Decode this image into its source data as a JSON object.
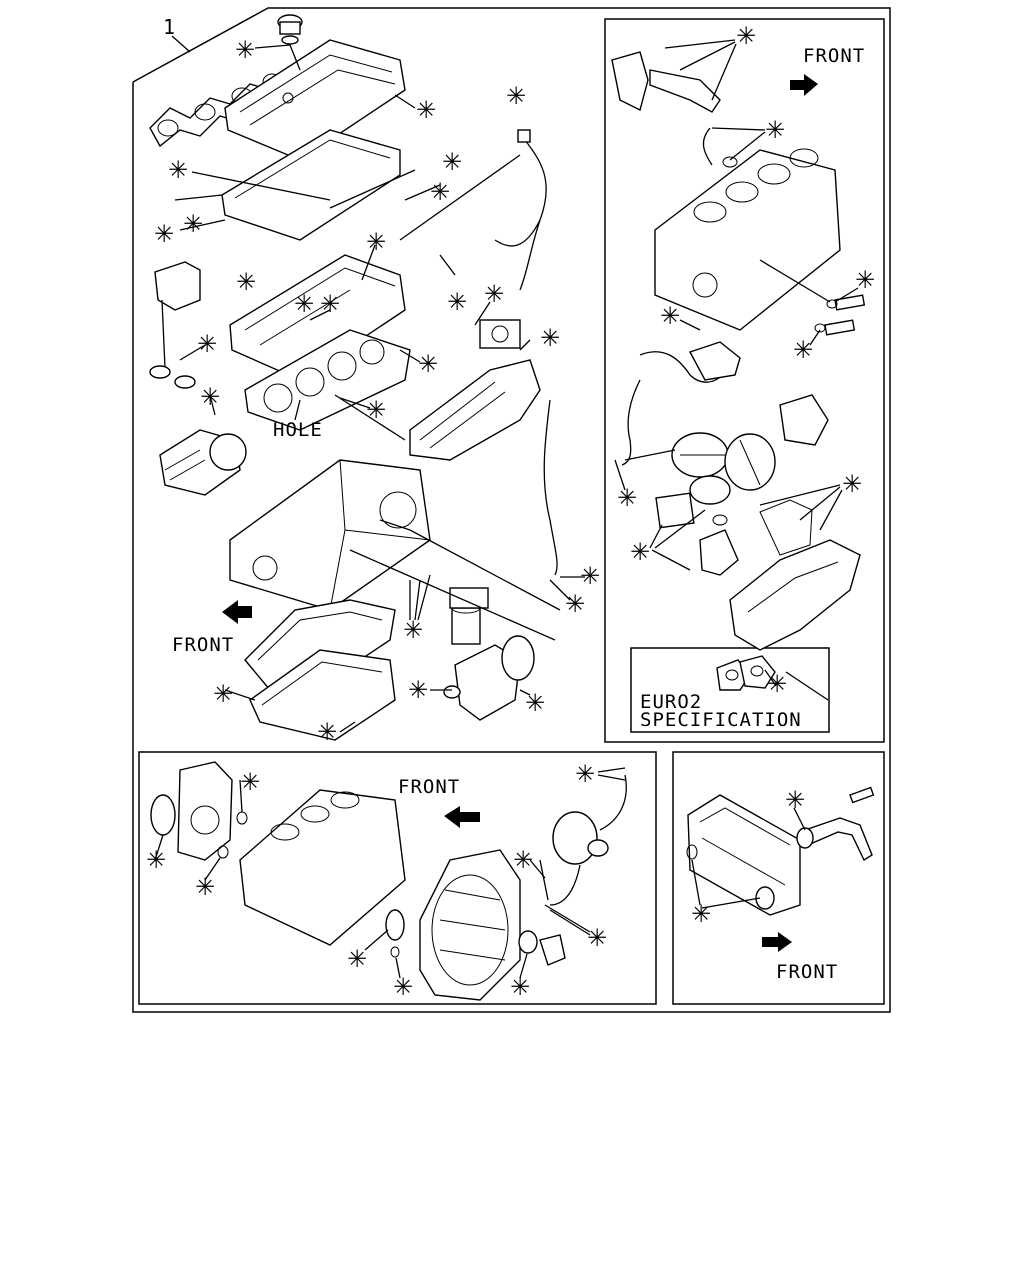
{
  "diagram": {
    "item_number": "1",
    "labels": {
      "hole": "HOLE",
      "front_main": "FRONT",
      "front_euro": "FRONT",
      "front_rear": "FRONT",
      "front_side": "FRONT",
      "euro_line1": "EURO2",
      "euro_line2": "SPECIFICATION"
    },
    "marker_symbol": "✳"
  }
}
